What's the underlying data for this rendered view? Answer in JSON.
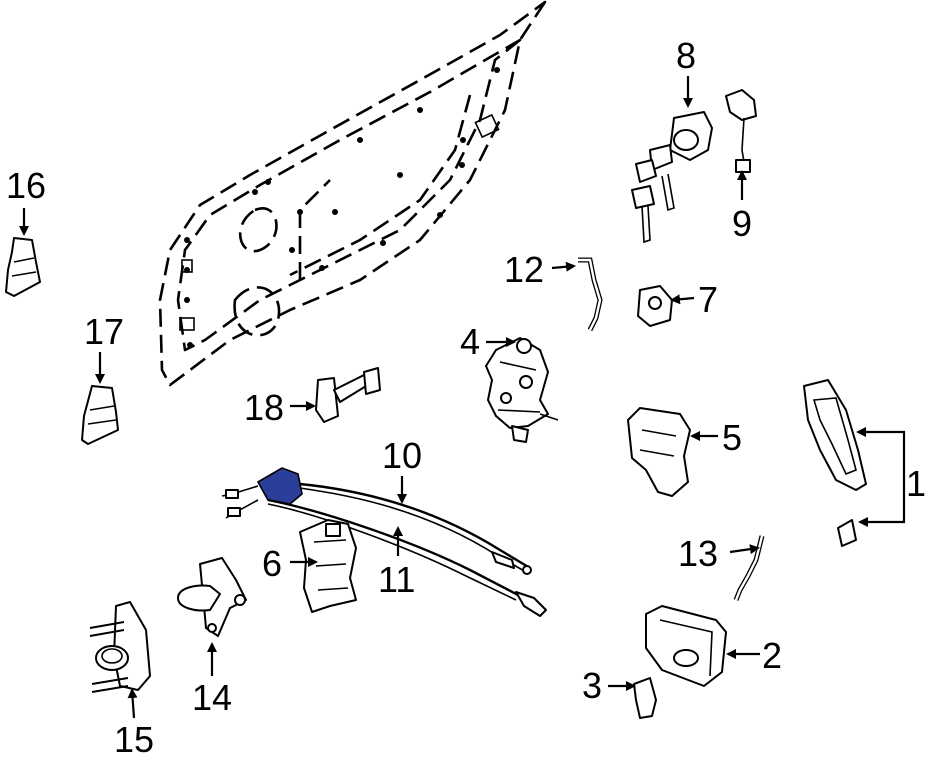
{
  "callouts": [
    "1",
    "2",
    "3",
    "4",
    "5",
    "6",
    "7",
    "8",
    "9",
    "10",
    "11",
    "12",
    "13",
    "14",
    "15",
    "16",
    "17",
    "18"
  ],
  "colors": {
    "highlight": "#2b3f9a",
    "line": "#000000",
    "background": "#ffffff"
  }
}
